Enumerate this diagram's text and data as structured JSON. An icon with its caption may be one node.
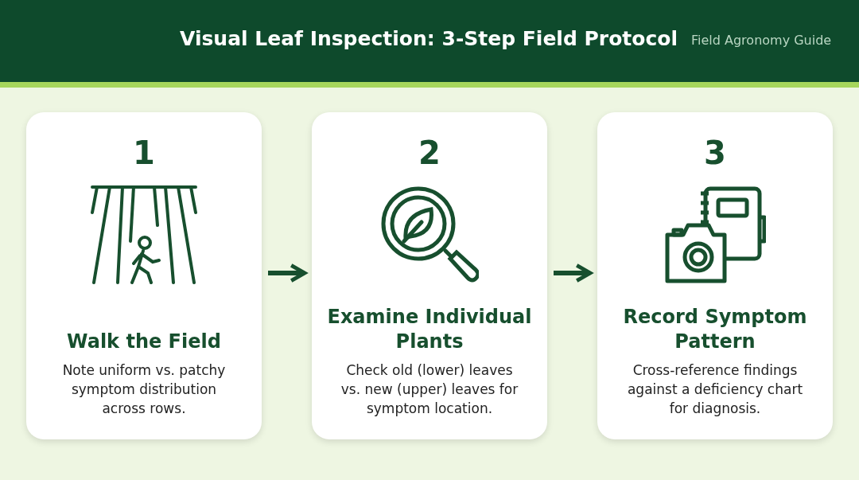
{
  "diagram": {
    "title": "Visual Leaf Inspection: 3-Step Field Protocol",
    "nodes": [
      {
        "text": [
          "1",
          "Walk the Field",
          "Note uniform vs. patchy symptom distribution across rows."
        ]
      },
      {
        "text": [
          "2",
          "Examine Individual Plants",
          "Check old (lower) leaves vs. new (upper) leaves for symptom location."
        ]
      },
      {
        "text": [
          "3",
          "Record Symptom Pattern",
          "Cross-reference findings against a deficiency chart for diagnosis."
        ]
      }
    ],
    "edges": [
      {
        "from": 0,
        "to": 1,
        "arrow": "to"
      },
      {
        "from": 1,
        "to": 2,
        "arrow": "to"
      }
    ],
    "labels": [
      "Field Agronomy Guide"
    ]
  }
}
